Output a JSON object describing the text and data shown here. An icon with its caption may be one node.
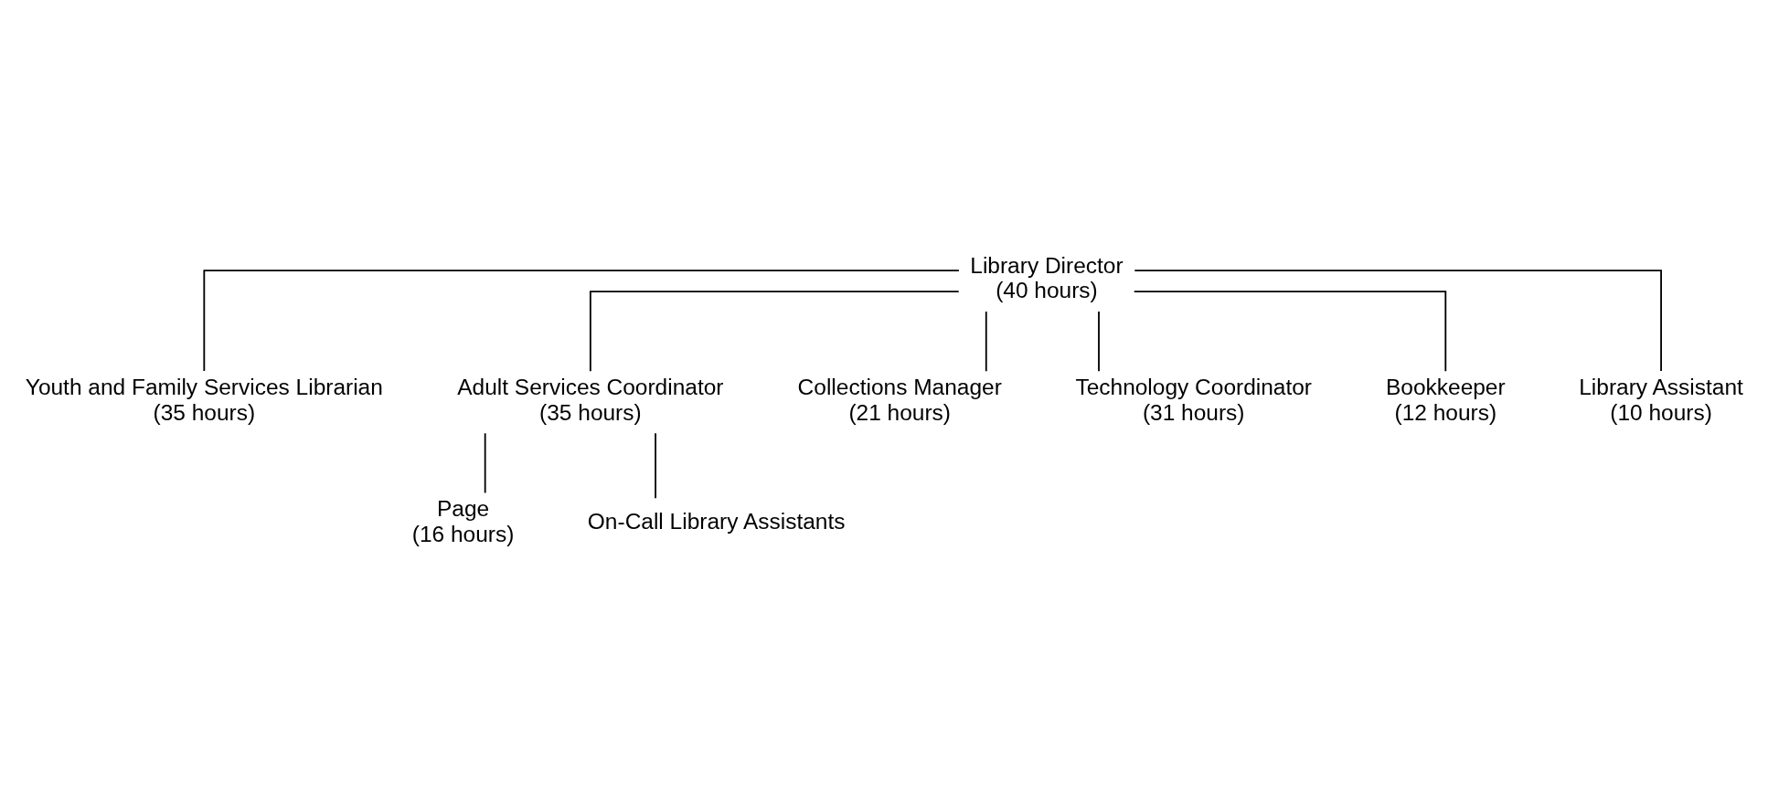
{
  "diagram": {
    "nodes": [
      {
        "text": [
          "Library Director",
          "(40 hours)"
        ]
      },
      {
        "text": [
          "Youth and Family Services Librarian",
          "(35 hours)"
        ]
      },
      {
        "text": [
          "Adult Services Coordinator",
          "(35 hours)"
        ]
      },
      {
        "text": [
          "Collections Manager",
          "(21 hours)"
        ]
      },
      {
        "text": [
          "Technology Coordinator",
          "(31 hours)"
        ]
      },
      {
        "text": [
          "Bookkeeper",
          "(12 hours)"
        ]
      },
      {
        "text": [
          "Library Assistant",
          "(10 hours)"
        ]
      },
      {
        "text": [
          "Page",
          "(16 hours)"
        ]
      },
      {
        "text": [
          "On-Call Library Assistants"
        ]
      }
    ],
    "edges": [
      {
        "from": 0,
        "to": 1,
        "arrow": "none"
      },
      {
        "from": 0,
        "to": 2,
        "arrow": "none"
      },
      {
        "from": 0,
        "to": 3,
        "arrow": "none"
      },
      {
        "from": 0,
        "to": 4,
        "arrow": "none"
      },
      {
        "from": 0,
        "to": 5,
        "arrow": "none"
      },
      {
        "from": 0,
        "to": 6,
        "arrow": "none"
      },
      {
        "from": 2,
        "to": 7,
        "arrow": "none"
      },
      {
        "from": 2,
        "to": 8,
        "arrow": "none"
      }
    ]
  }
}
